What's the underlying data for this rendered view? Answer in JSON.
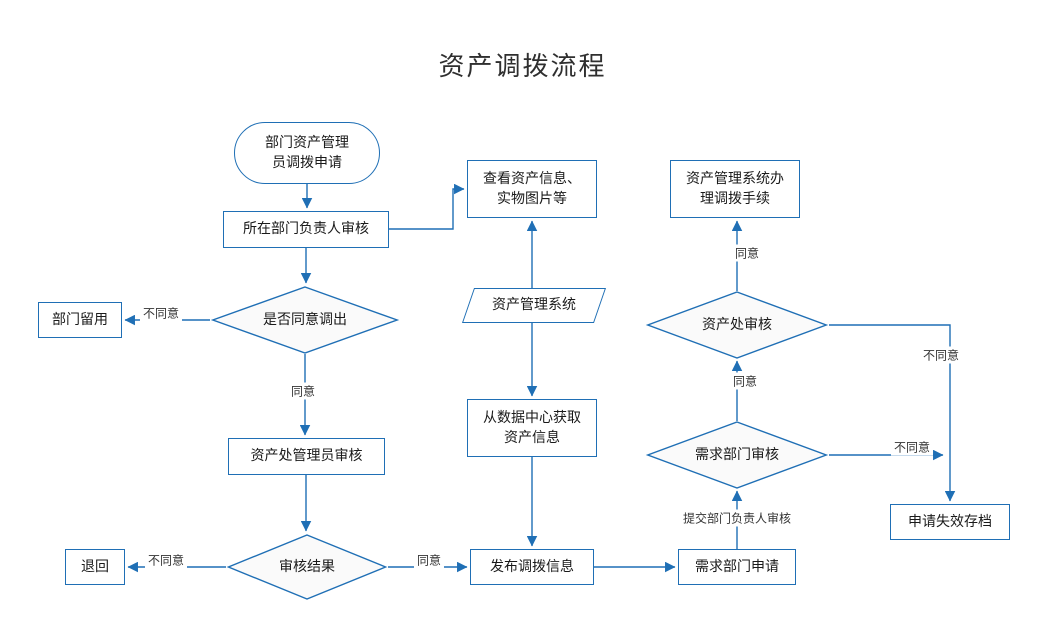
{
  "title": "资产调拨流程",
  "colors": {
    "accent": "#1F6FB5",
    "diamond_fill": "#FAFAFA",
    "text": "#1A1A1A"
  },
  "nodes": {
    "start": {
      "label": "部门资产管理\n员调拨申请"
    },
    "dept_leader_review": {
      "label": "所在部门负责人审核"
    },
    "view_asset_info": {
      "label": "查看资产信息、\n实物图片等"
    },
    "handle_transfer": {
      "label": "资产管理系统办\n理调拨手续"
    },
    "agree_transfer_out": {
      "label": "是否同意调出"
    },
    "dept_retain": {
      "label": "部门留用"
    },
    "asset_mgmt_system": {
      "label": "资产管理系统"
    },
    "asset_office_admin_review": {
      "label": "资产处管理员审核"
    },
    "fetch_from_datacenter": {
      "label": "从数据中心获取\n资产信息"
    },
    "asset_office_review": {
      "label": "资产处审核"
    },
    "demand_dept_review": {
      "label": "需求部门审核"
    },
    "review_result": {
      "label": "审核结果"
    },
    "return_back": {
      "label": "退回"
    },
    "publish_transfer_info": {
      "label": "发布调拨信息"
    },
    "demand_dept_apply": {
      "label": "需求部门申请"
    },
    "application_invalid_archive": {
      "label": "申请失效存档"
    }
  },
  "edge_labels": {
    "disagree_out": "不同意",
    "agree_out": "同意",
    "result_disagree": "不同意",
    "result_agree": "同意",
    "submit_leader_review": "提交部门负责人审核",
    "demand_agree": "同意",
    "office_agree": "同意",
    "office_disagree": "不同意",
    "demand_disagree": "不同意"
  }
}
